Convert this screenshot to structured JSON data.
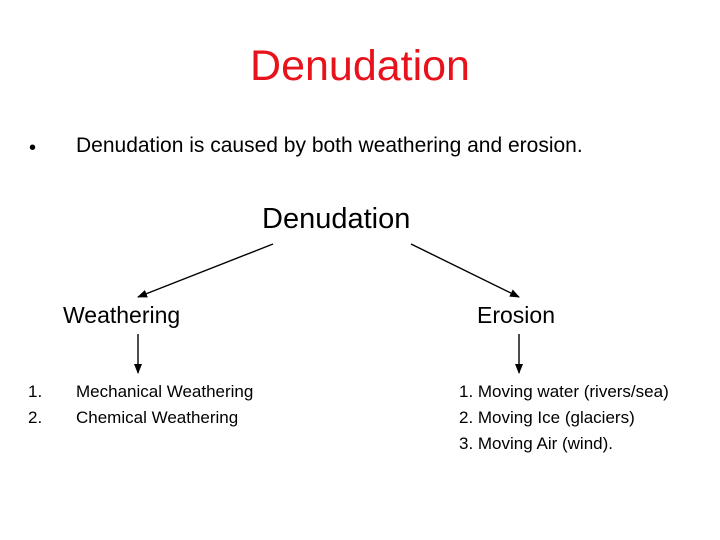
{
  "title": "Denudation",
  "colors": {
    "title": "#e8121c",
    "text": "#000000",
    "background": "#ffffff"
  },
  "bullet": {
    "marker": "•",
    "text": "Denudation is caused by both weathering and erosion."
  },
  "diagram": {
    "root": "Denudation",
    "weathering": {
      "label": "Weathering",
      "numbers": [
        "1.",
        "2."
      ],
      "items": [
        "Mechanical Weathering",
        "Chemical Weathering"
      ]
    },
    "erosion": {
      "label": "Erosion",
      "items": [
        "1. Moving water (rivers/sea)",
        "2. Moving Ice (glaciers)",
        "3. Moving Air (wind)."
      ]
    }
  }
}
